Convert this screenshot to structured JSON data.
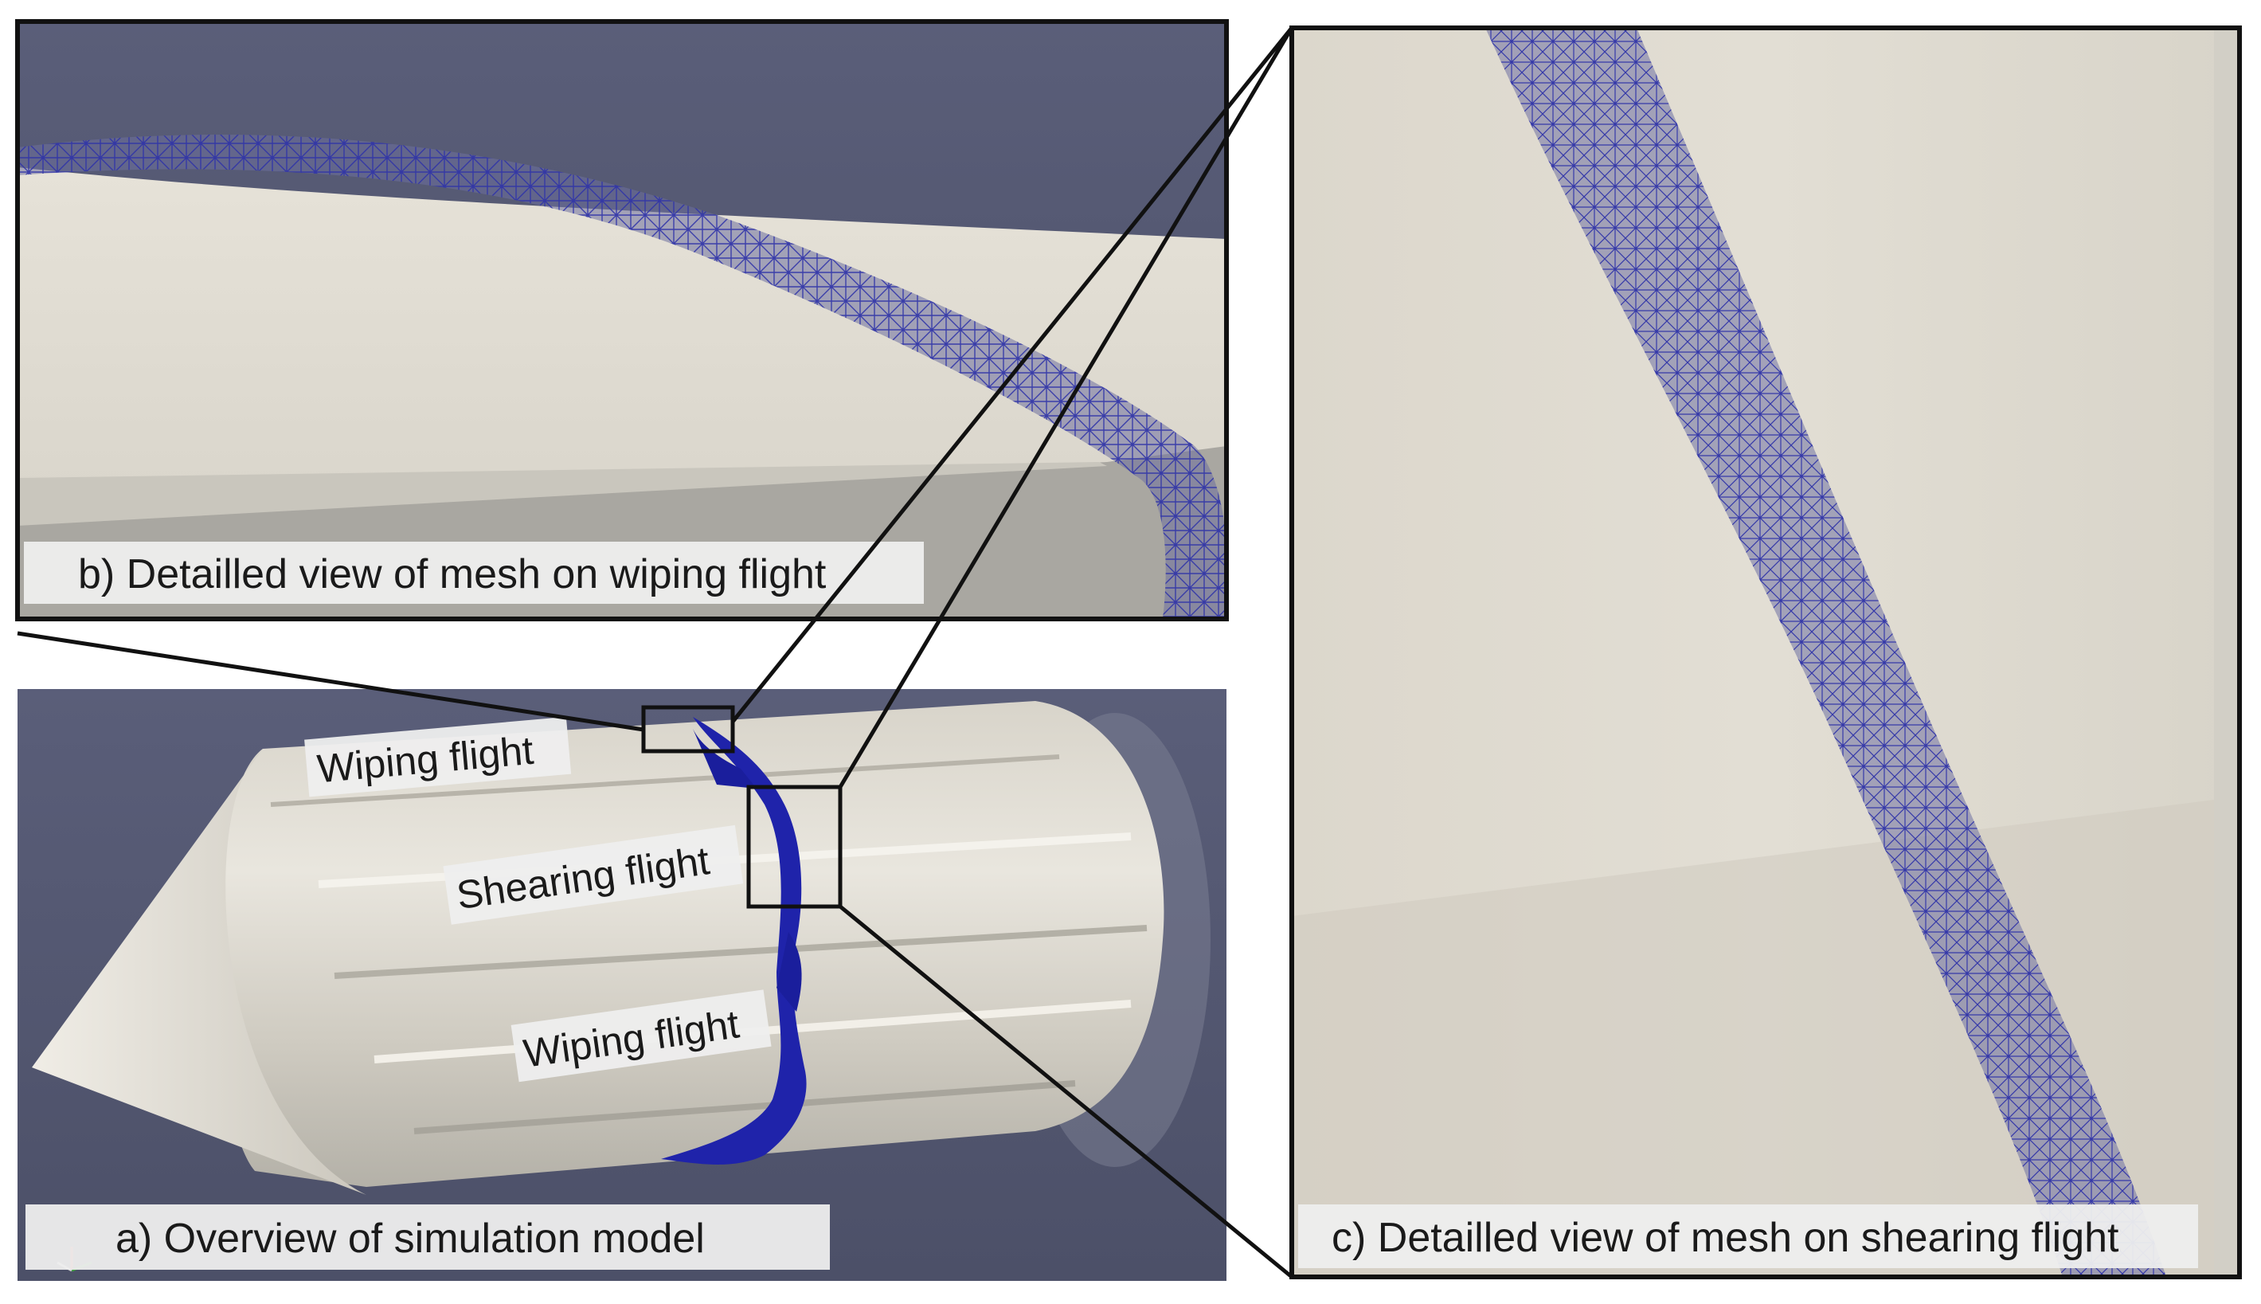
{
  "panels": {
    "a": {
      "caption": "a) Overview of simulation model"
    },
    "b": {
      "caption": "b) Detailled view of mesh on wiping flight"
    },
    "c": {
      "caption": "c) Detailled view of mesh on shearing flight"
    }
  },
  "labels": {
    "wiping_top": "Wiping flight",
    "shearing": "Shearing flight",
    "wiping_bottom": "Wiping flight"
  },
  "colors": {
    "background_viewport": "#525670",
    "geometry": "#ddd9cf",
    "mesh": "#2e2fa0",
    "flight_band": "#1e22a8",
    "frame": "#111111",
    "label_box": "#eeeeee"
  }
}
